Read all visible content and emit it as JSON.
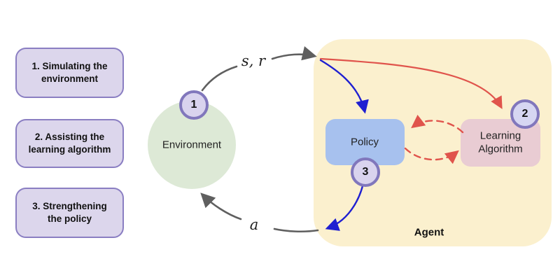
{
  "legend": {
    "items": [
      {
        "label": "1. Simulating the environment"
      },
      {
        "label": "2. Assisting the learning algorithm"
      },
      {
        "label": "3. Strengthening the policy"
      }
    ]
  },
  "diagram": {
    "environment_label": "Environment",
    "agent_label": "Agent",
    "policy_label": "Policy",
    "learning_algorithm_label": "Learning Algorithm",
    "state_reward_label": "s, r",
    "action_label": "a",
    "badges": {
      "one": "1",
      "two": "2",
      "three": "3"
    }
  },
  "colors": {
    "agent_fill": "#FBF0CE",
    "environment_fill": "#DDE9D6",
    "policy_fill": "#A7C1EE",
    "learning_algorithm_fill": "#E9CCD3",
    "legend_fill": "#DCD6EC",
    "badge_fill": "#D9D3EE",
    "purple_border": "#8177BC",
    "gray_arrow": "#5F5F5F",
    "blue_arrow": "#1F1FD1",
    "red_arrow": "#E0544C"
  }
}
